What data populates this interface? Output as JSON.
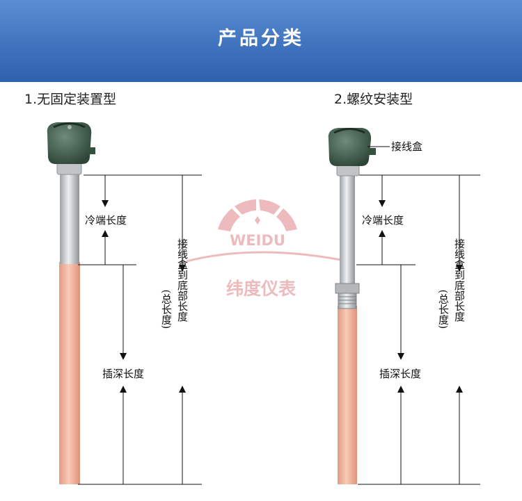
{
  "header": {
    "title": "产品分类"
  },
  "sections": [
    {
      "title": "1.无固定装置型"
    },
    {
      "title": "2.螺纹安装型"
    }
  ],
  "labels": {
    "junction_box": "接线盒",
    "cold_end_length": "冷端长度",
    "insertion_depth": "插深长度",
    "box_to_bottom": "接线盒到底部长度",
    "total_length_note": "(总长度)"
  },
  "watermark": {
    "brand": "WEIDU",
    "company": "纬度仪表"
  },
  "colors": {
    "banner": "#3f73bd",
    "ceramic_tube": "#f0b49e",
    "steel_tube": "#c9ccce",
    "head": "#3d5a4a",
    "watermark": "#e8a5a8"
  }
}
